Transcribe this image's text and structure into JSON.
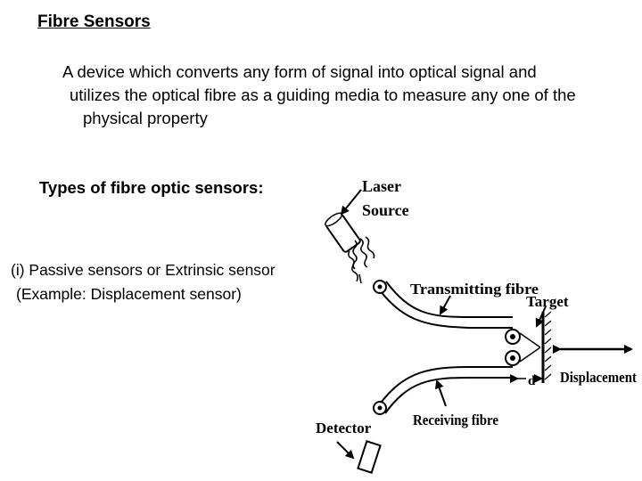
{
  "title": "Fibre Sensors",
  "description": {
    "line1": "A device which converts any form of signal into optical signal and",
    "line2": "utilizes the optical fibre as a guiding media to measure any one of the",
    "line3": "physical property"
  },
  "types_heading": "Types of fibre optic sensors:",
  "sensor_type": {
    "line1": "(i) Passive sensors or Extrinsic sensor",
    "line2": "(Example: Displacement sensor)"
  },
  "diagram": {
    "laser_line1": "Laser",
    "laser_line2": "Source",
    "transmitting_fibre": "Transmitting fibre",
    "target": "Target",
    "distance": "d",
    "displacement": "Displacement",
    "detector": "Detector",
    "receiving_fibre": "Receiving fibre"
  }
}
